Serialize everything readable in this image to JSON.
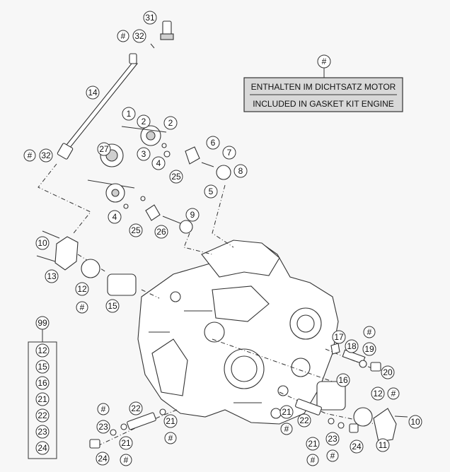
{
  "kit_box": {
    "marker": "#",
    "line_de": "ENTHALTEN IM DICHTSATZ MOTOR",
    "line_en": "INCLUDED IN GASKET KIT ENGINE"
  },
  "callouts": {
    "c31": "31",
    "c32a": "32",
    "c32a_hash": "#",
    "c14": "14",
    "c32b": "32",
    "c32b_hash": "#",
    "c1": "1",
    "c2a": "2",
    "c2b": "2",
    "c3": "3",
    "c27": "27",
    "c4a": "4",
    "c25a": "25",
    "c6": "6",
    "c7": "7",
    "c8": "8",
    "c5": "5",
    "c4b": "4",
    "c25b": "25",
    "c26": "26",
    "c9": "9",
    "c10a": "10",
    "c13": "13",
    "c12a": "12",
    "c12a_hash": "#",
    "c15a": "15",
    "c17": "17",
    "c18": "18",
    "c19": "19",
    "c19_hash": "#",
    "c20": "20",
    "c16": "16",
    "c12b": "12",
    "c12b_hash": "#",
    "c21a": "21",
    "c21a_hash": "#",
    "c22a": "22",
    "c21b": "21",
    "c21b_hash": "#",
    "c23a": "23",
    "c23a_hash": "#",
    "c24a": "24",
    "c11": "11",
    "c10b": "10",
    "c23b": "23",
    "c23b_hash": "#",
    "c22b": "22",
    "c21c": "21",
    "c21c_hash": "#",
    "c21d": "21",
    "c21d_hash": "#",
    "c24b": "24"
  },
  "kit_list": {
    "header": "99",
    "items": [
      "12",
      "15",
      "16",
      "21",
      "22",
      "23",
      "24"
    ]
  }
}
